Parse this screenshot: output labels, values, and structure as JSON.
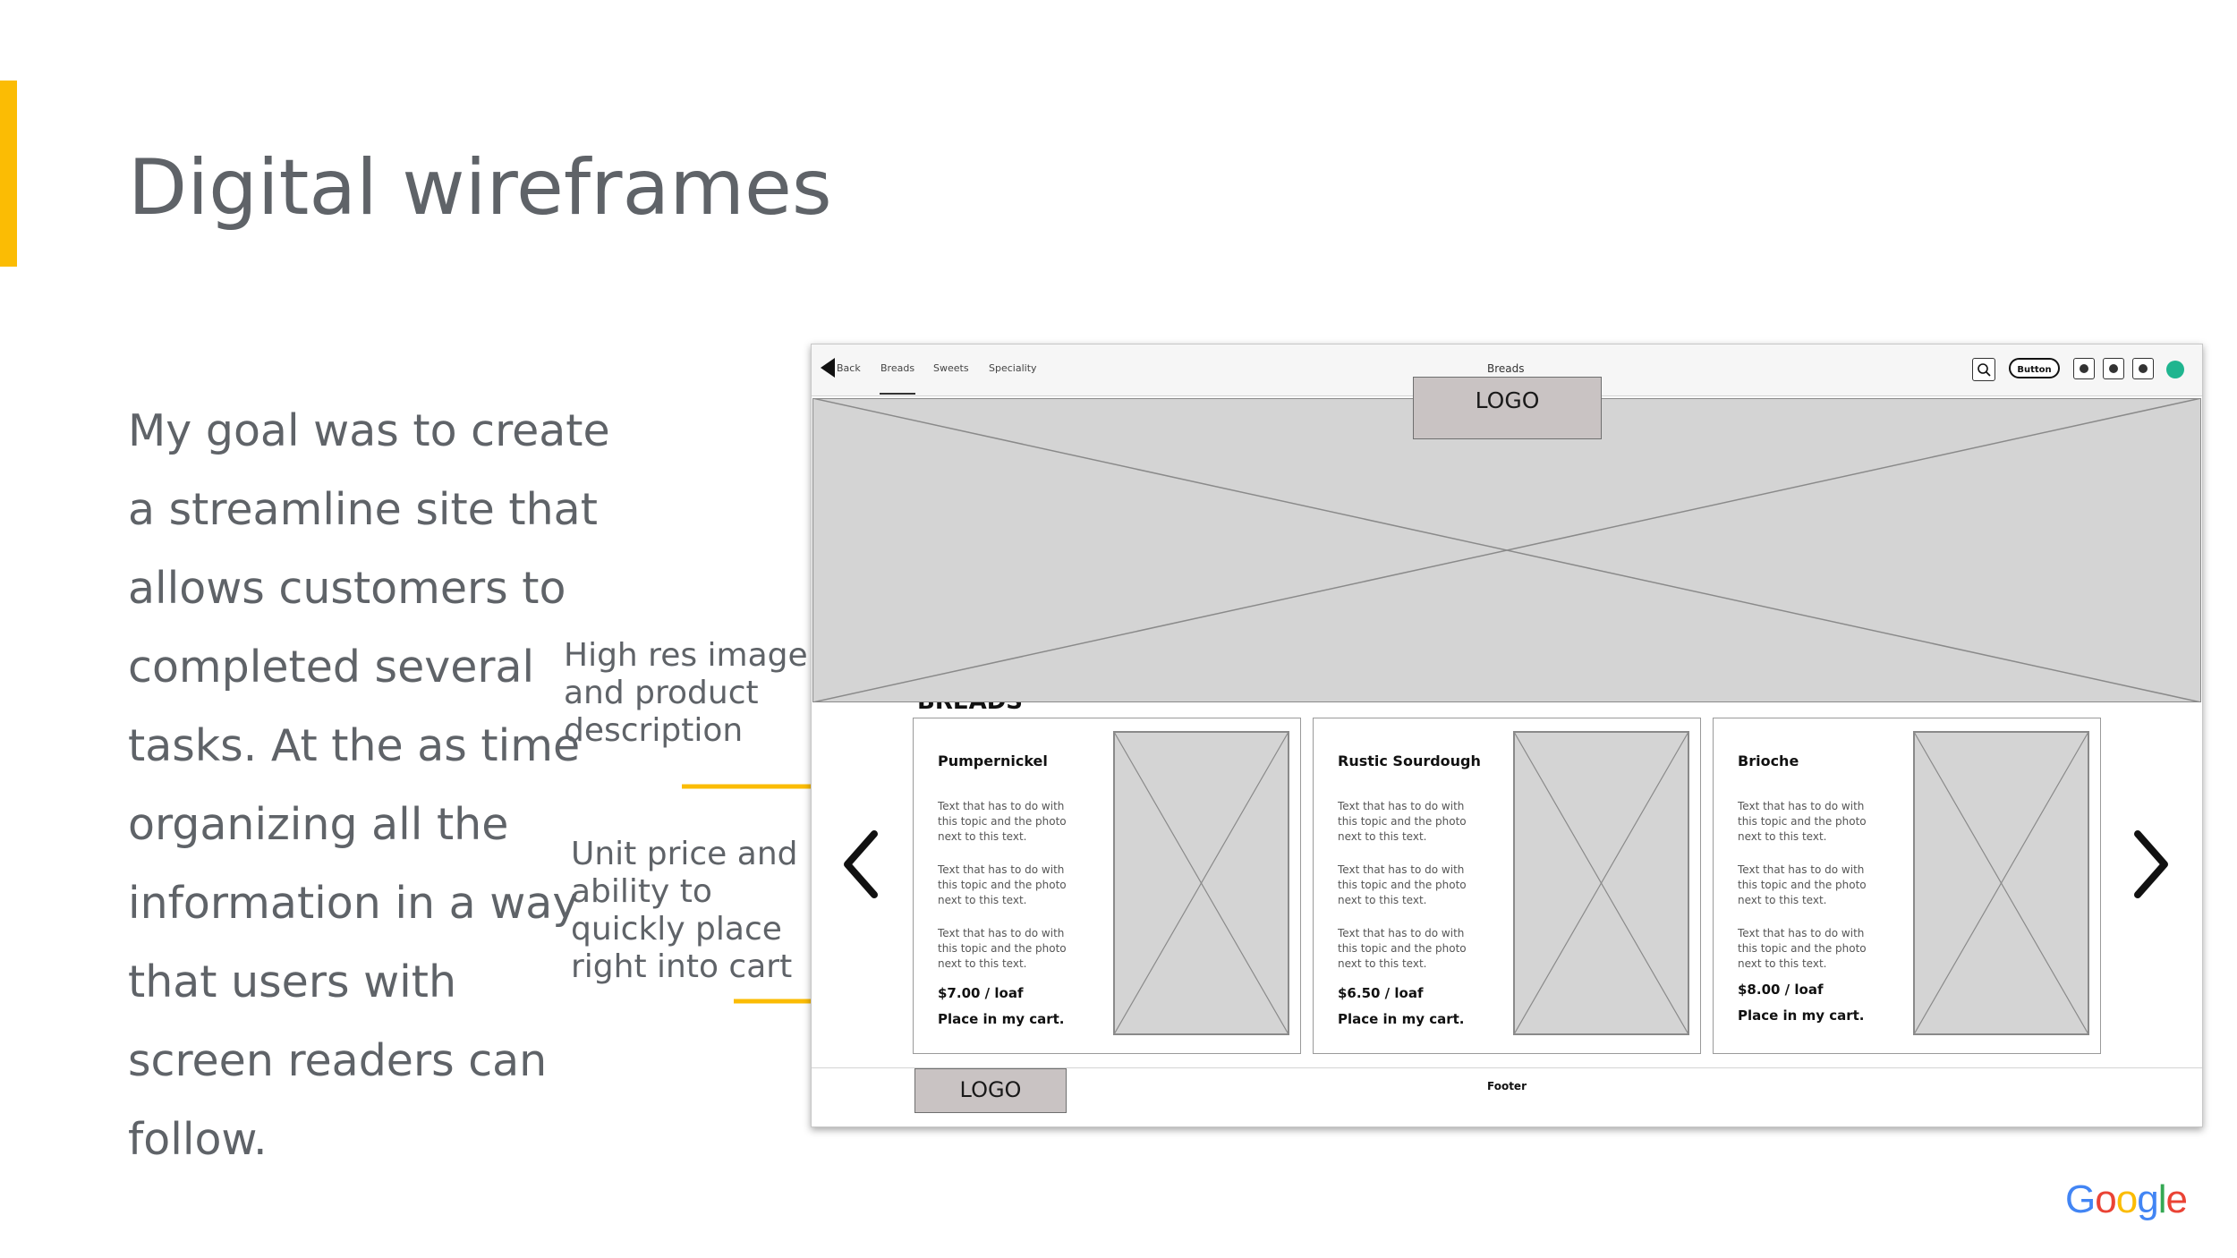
{
  "slide": {
    "title": "Digital wireframes",
    "body_lines": [
      "My goal was to create",
      "a streamline site that",
      "allows customers to",
      "completed several",
      "tasks. At the as time",
      "organizing all the",
      "information in a way",
      "that users with",
      "screen readers can",
      "follow."
    ],
    "annotation_1": [
      "High res image",
      "and product",
      "description"
    ],
    "annotation_2": [
      "Unit price and",
      "ability to",
      "quickly place",
      "right into cart"
    ],
    "accent_color": "#fbbc04",
    "google_logo": {
      "letters": [
        "G",
        "o",
        "o",
        "g",
        "l",
        "e"
      ],
      "colors": [
        "#4285f4",
        "#ea4335",
        "#fbbc04",
        "#4285f4",
        "#34a853",
        "#ea4335"
      ]
    }
  },
  "wireframe": {
    "nav": {
      "back_label": "Back",
      "tabs": [
        "Breads",
        "Sweets",
        "Speciality"
      ],
      "active_tab": "Breads",
      "page_title": "Breads",
      "button_label": "Button",
      "avatar_color": "#1fb58f"
    },
    "header_logo": "LOGO",
    "section_heading": "BREADS",
    "cards": [
      {
        "name": "Pumpernickel",
        "texts": [
          "Text that has to do with this topic and the photo next to this text.",
          "Text that has to do with this topic and the photo next to this text.",
          "Text that has to do with this topic and the photo next to this text."
        ],
        "price": "$7.00 / loaf",
        "cart": "Place in my cart."
      },
      {
        "name": "Rustic Sourdough",
        "texts": [
          "Text that has to do with this topic and the photo next to this text.",
          "Text that has to do with this topic and the photo next to this text.",
          "Text that has to do with this topic and the photo next to this text."
        ],
        "price": "$6.50 / loaf",
        "cart": "Place in my cart."
      },
      {
        "name": "Brioche",
        "texts": [
          "Text that has to do with this topic and the photo next to this text.",
          "Text that has to do with this topic and the photo next to this text.",
          "Text that has to do with this topic and the photo next to this text."
        ],
        "price": "$8.00 / loaf",
        "cart": "Place in my cart."
      }
    ],
    "footer_logo": "LOGO",
    "footer_label": "Footer"
  }
}
